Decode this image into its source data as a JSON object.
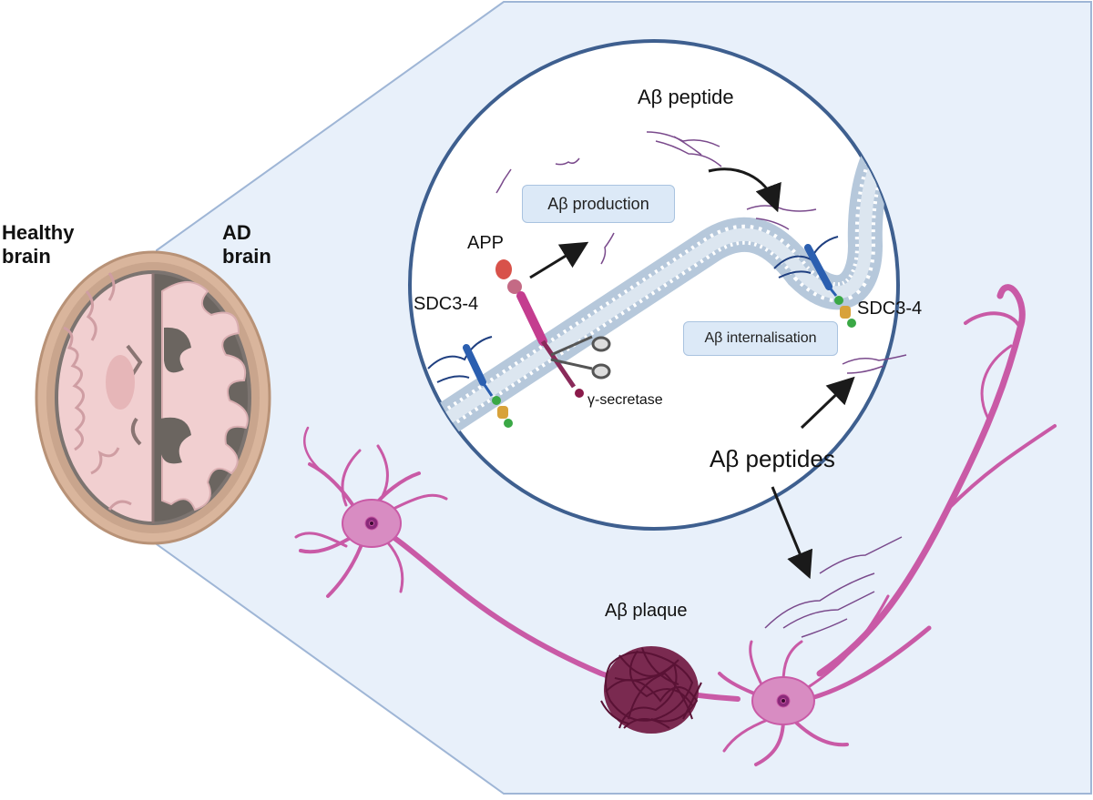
{
  "labels": {
    "healthy_brain": [
      "Healthy",
      "brain"
    ],
    "ad_brain": [
      "AD",
      "brain"
    ],
    "ab_peptide": "Aβ peptide",
    "ab_production": "Aβ production",
    "app": "APP",
    "sdc_left": "SDC3-4",
    "sdc_right": "SDC3-4",
    "ab_internalisation": "Aβ internalisation",
    "gamma_secretase": "γ-secretase",
    "ab_peptides": "Aβ peptides",
    "ab_plaque": "Aβ plaque"
  },
  "colors": {
    "panel": "#e8f0fa",
    "panel_border": "#9fb6d6",
    "circle_border": "#3e5f8f",
    "membrane": "#b6c8db",
    "neuron": "#c95aa6",
    "plaque": "#5a1235",
    "peptide": "#7a4a8c",
    "brain_skull": "#d9b59c",
    "brain_tissue": "#f1cfd0",
    "brain_atrophy": "#6b6560",
    "app": "#c43d8f",
    "sdc_blue": "#2b5fb0"
  }
}
